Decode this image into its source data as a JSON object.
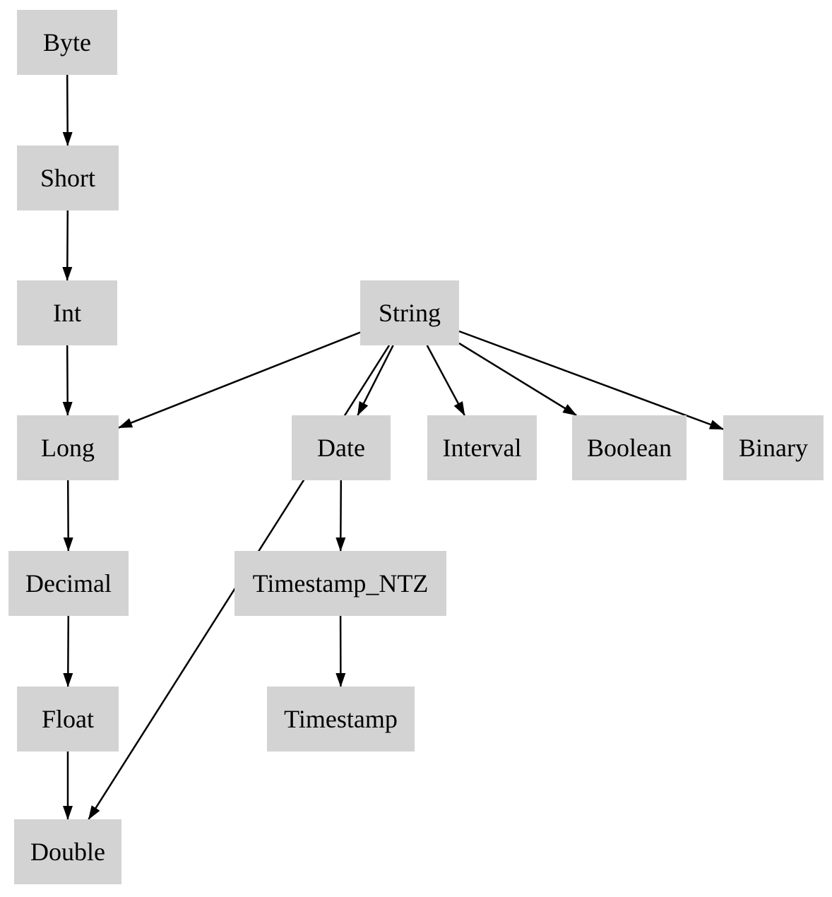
{
  "diagram": {
    "kind": "directed-graph",
    "nodes": [
      {
        "id": "Byte",
        "label": "Byte"
      },
      {
        "id": "Short",
        "label": "Short"
      },
      {
        "id": "Int",
        "label": "Int"
      },
      {
        "id": "Long",
        "label": "Long"
      },
      {
        "id": "Decimal",
        "label": "Decimal"
      },
      {
        "id": "Float",
        "label": "Float"
      },
      {
        "id": "Double",
        "label": "Double"
      },
      {
        "id": "String",
        "label": "String"
      },
      {
        "id": "Date",
        "label": "Date"
      },
      {
        "id": "Interval",
        "label": "Interval"
      },
      {
        "id": "Boolean",
        "label": "Boolean"
      },
      {
        "id": "Binary",
        "label": "Binary"
      },
      {
        "id": "Timestamp_NTZ",
        "label": "Timestamp_NTZ"
      },
      {
        "id": "Timestamp",
        "label": "Timestamp"
      }
    ],
    "edges": [
      {
        "from": "Byte",
        "to": "Short"
      },
      {
        "from": "Short",
        "to": "Int"
      },
      {
        "from": "Int",
        "to": "Long"
      },
      {
        "from": "Long",
        "to": "Decimal"
      },
      {
        "from": "Decimal",
        "to": "Float"
      },
      {
        "from": "Float",
        "to": "Double"
      },
      {
        "from": "String",
        "to": "Long"
      },
      {
        "from": "String",
        "to": "Double",
        "curved": true
      },
      {
        "from": "String",
        "to": "Date"
      },
      {
        "from": "String",
        "to": "Interval"
      },
      {
        "from": "String",
        "to": "Boolean"
      },
      {
        "from": "String",
        "to": "Binary"
      },
      {
        "from": "Date",
        "to": "Timestamp_NTZ"
      },
      {
        "from": "Timestamp_NTZ",
        "to": "Timestamp"
      }
    ],
    "colors": {
      "background": "#ffffff",
      "node_fill": "#d3d3d3",
      "node_text": "#000000",
      "edge": "#000000"
    }
  }
}
